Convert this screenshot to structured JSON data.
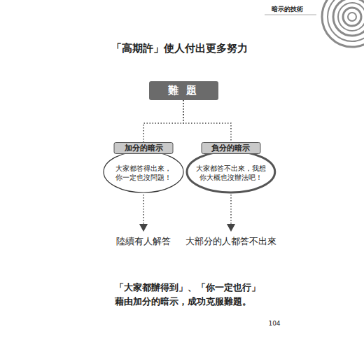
{
  "diagram": {
    "title": "「高期許」使人付出更多努力",
    "caption": "「大家都辦得到」、「你一定也行」 藉由加分的暗示，成功克服難題。",
    "nodes": [
      {
        "text": [
          "難 題"
        ]
      },
      {
        "text": [
          "加分的暗示",
          "大家都答得出來， 你一定也沒問題！"
        ]
      },
      {
        "text": [
          "負分的暗示",
          "大家都答不出來，我想 你大概也沒辦法吧！"
        ]
      }
    ],
    "edges": [
      {
        "from": 0,
        "to": 1,
        "arrow": "none"
      },
      {
        "from": 0,
        "to": 2,
        "arrow": "none"
      }
    ],
    "labels": [
      "暗示的技術",
      "陸續有人解答",
      "大部分的人都答不出來",
      "104"
    ]
  }
}
